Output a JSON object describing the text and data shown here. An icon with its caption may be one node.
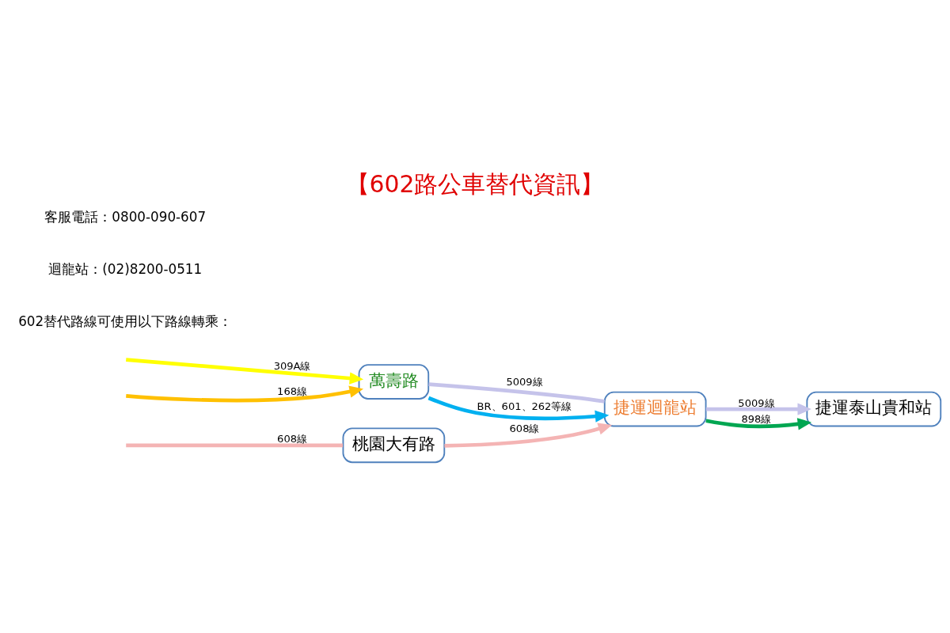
{
  "diagram": {
    "title": "【602路公車替代資訊】",
    "nodes": [
      {
        "text": [
          "桃園大有路"
        ]
      },
      {
        "text": [
          "萬壽路"
        ]
      },
      {
        "text": [
          "捷運迴龍站"
        ]
      },
      {
        "text": [
          "捷運泰山貴和站"
        ]
      }
    ],
    "edges": [
      {
        "from": null,
        "to": 0,
        "arrow": "none",
        "label": "608線",
        "color": "#f4b4b4"
      },
      {
        "from": 0,
        "to": 2,
        "arrow": "to",
        "label": "608線",
        "color": "#f4b4b4"
      },
      {
        "from": null,
        "to": 1,
        "arrow": "to",
        "label": "309A線",
        "color": "#ffff00"
      },
      {
        "from": null,
        "to": 1,
        "arrow": "to",
        "label": "168線",
        "color": "#ffc000"
      },
      {
        "from": 1,
        "to": 2,
        "arrow": "none",
        "label": "5009線",
        "color": "#c5c3ea"
      },
      {
        "from": 2,
        "to": 3,
        "arrow": "to",
        "label": "5009線",
        "color": "#c5c3ea"
      },
      {
        "from": 1,
        "to": 2,
        "arrow": "to",
        "label": "BR、601、262等線",
        "color": "#00b0f0"
      },
      {
        "from": 2,
        "to": 3,
        "arrow": "to",
        "label": "898線",
        "color": "#00a651"
      }
    ],
    "labels": [
      "602替代路線可使用以下路線轉乘：",
      "迴龍站：(02)8200-0511",
      "客服電話：0800-090-607"
    ]
  }
}
